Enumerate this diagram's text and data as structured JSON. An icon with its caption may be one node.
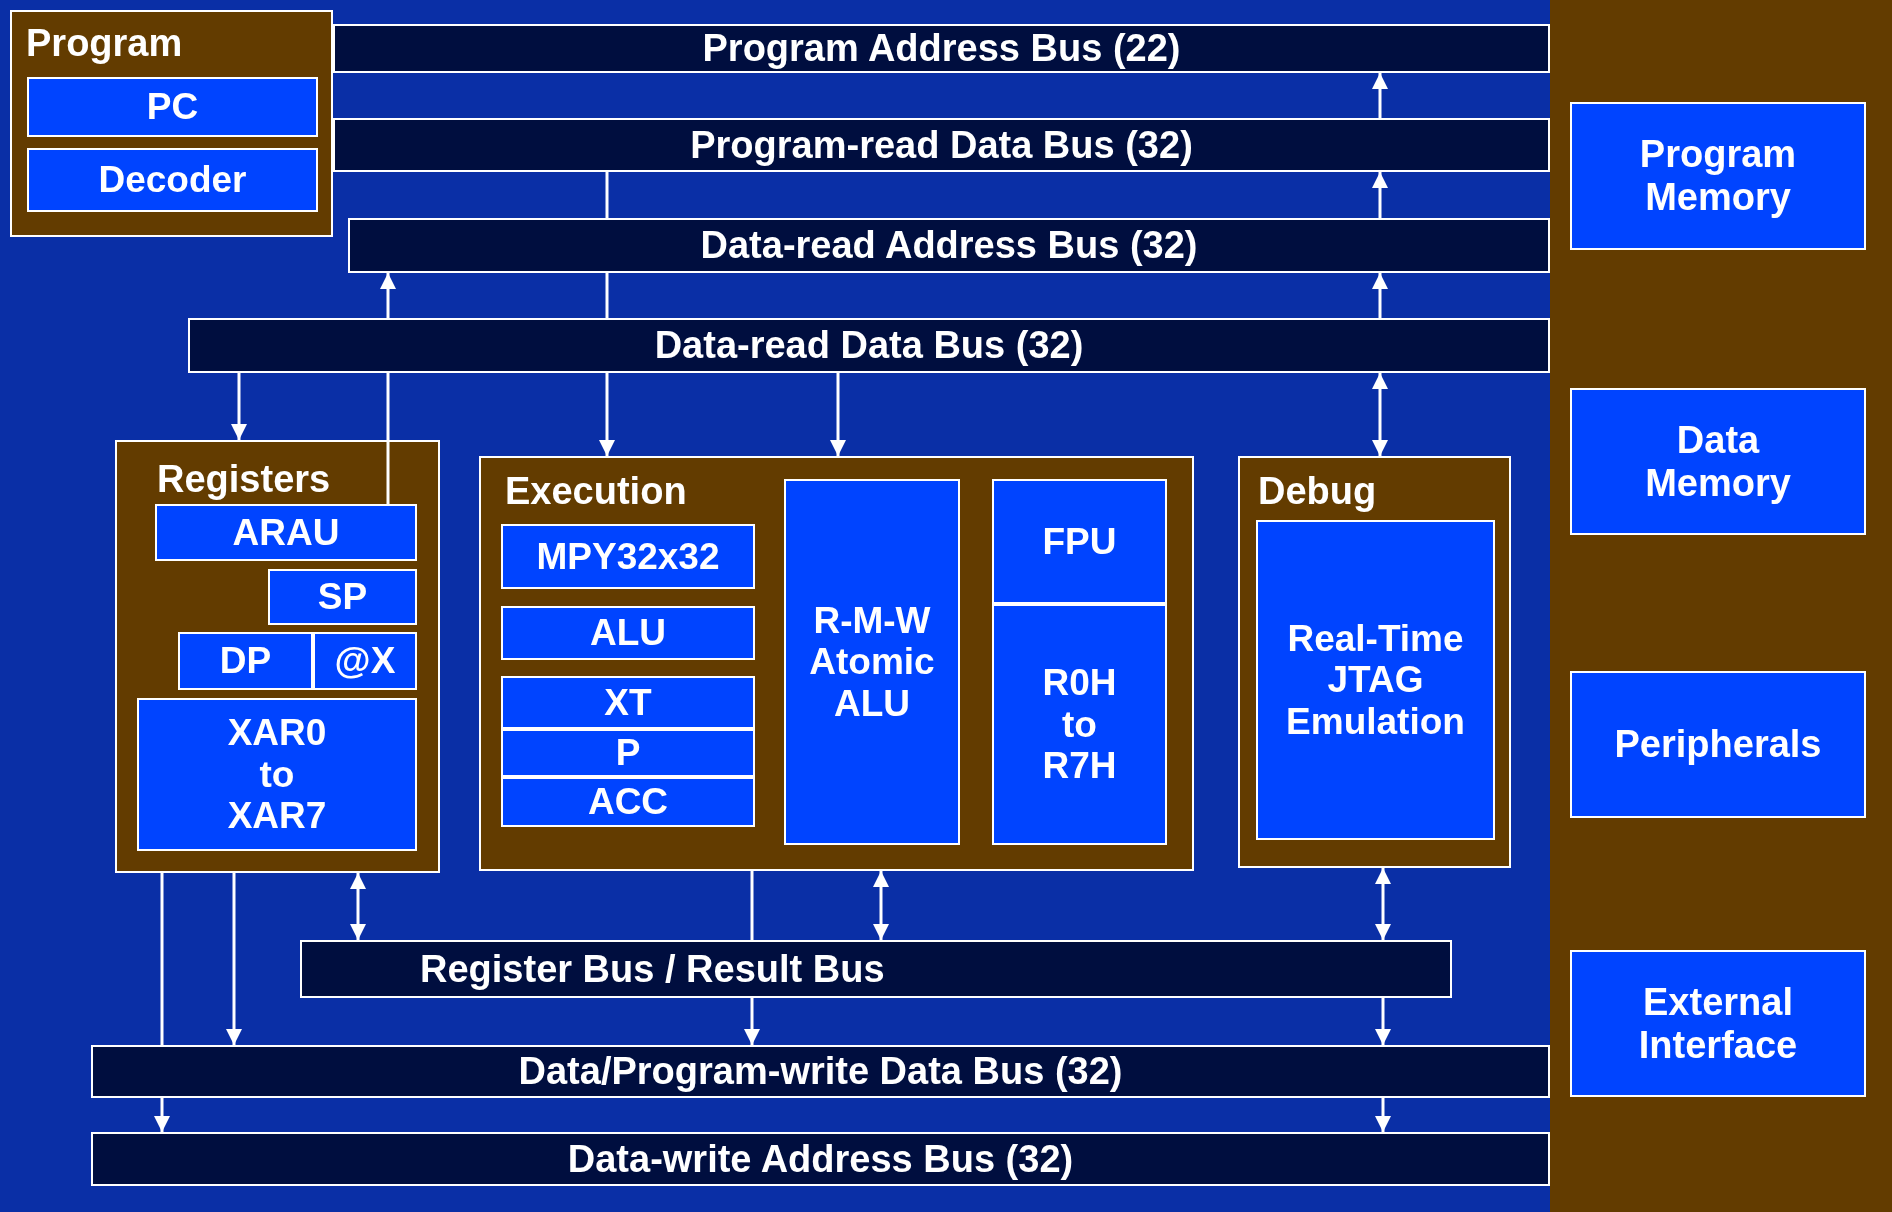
{
  "diagram": {
    "nodes": [
      {
        "text": [
          "Program"
        ]
      },
      {
        "text": [
          "PC"
        ],
        "in": 0
      },
      {
        "text": [
          "Decoder"
        ],
        "in": 0
      },
      {
        "text": [
          "Program Address Bus (22)"
        ]
      },
      {
        "text": [
          "Program-read Data Bus (32)"
        ]
      },
      {
        "text": [
          "Data-read Address Bus (32)"
        ]
      },
      {
        "text": [
          "Data-read Data Bus (32)"
        ]
      },
      {
        "text": [
          "Registers"
        ]
      },
      {
        "text": [
          "ARAU"
        ],
        "in": 7
      },
      {
        "text": [
          "SP"
        ],
        "in": 7
      },
      {
        "text": [
          "DP"
        ],
        "in": 7
      },
      {
        "text": [
          "@X"
        ],
        "in": 7
      },
      {
        "text": [
          "XAR0 to XAR7"
        ],
        "in": 7
      },
      {
        "text": [
          "Execution"
        ]
      },
      {
        "text": [
          "MPY32x32"
        ],
        "in": 13
      },
      {
        "text": [
          "ALU"
        ],
        "in": 13
      },
      {
        "text": [
          "XT"
        ],
        "in": 13
      },
      {
        "text": [
          "P"
        ],
        "in": 13
      },
      {
        "text": [
          "ACC"
        ],
        "in": 13
      },
      {
        "text": [
          "R-M-W Atomic ALU"
        ],
        "in": 13
      },
      {
        "text": [
          "FPU"
        ],
        "in": 13
      },
      {
        "text": [
          "R0H to R7H"
        ],
        "in": 13
      },
      {
        "text": [
          "Debug"
        ]
      },
      {
        "text": [
          "Real-Time JTAG Emulation"
        ],
        "in": 22
      },
      {
        "text": [
          "Register Bus / Result Bus"
        ]
      },
      {
        "text": [
          "Data/Program-write Data Bus (32)"
        ]
      },
      {
        "text": [
          "Data-write Address Bus (32)"
        ]
      },
      {
        "text": [],
        "shape": "box"
      },
      {
        "text": [
          "Program Memory"
        ],
        "in": 27
      },
      {
        "text": [
          "Data Memory"
        ],
        "in": 27
      },
      {
        "text": [
          "Peripherals"
        ],
        "in": 27
      },
      {
        "text": [
          "External Interface"
        ],
        "in": 27
      }
    ],
    "edges": [
      {
        "from": 4,
        "to": 3,
        "arrow": "to"
      },
      {
        "from": 5,
        "to": 4,
        "arrow": "to"
      },
      {
        "from": 6,
        "to": 5,
        "arrow": "to"
      },
      {
        "from": 4,
        "to": 5,
        "arrow": "none"
      },
      {
        "from": 5,
        "to": 6,
        "arrow": "none"
      },
      {
        "from": 6,
        "to": 13,
        "arrow": "to"
      },
      {
        "from": 8,
        "to": 6,
        "arrow": "none"
      },
      {
        "from": 6,
        "to": 5,
        "arrow": "to"
      },
      {
        "from": 6,
        "to": 7,
        "arrow": "to"
      },
      {
        "from": 6,
        "to": 13,
        "arrow": "to"
      },
      {
        "from": 6,
        "to": 22,
        "arrow": "both"
      },
      {
        "from": 7,
        "to": 25,
        "arrow": "none"
      },
      {
        "from": 25,
        "to": 26,
        "arrow": "to"
      },
      {
        "from": 7,
        "to": 25,
        "arrow": "to"
      },
      {
        "from": 7,
        "to": 24,
        "arrow": "both"
      },
      {
        "from": 13,
        "to": 24,
        "arrow": "none"
      },
      {
        "from": 24,
        "to": 25,
        "arrow": "to"
      },
      {
        "from": 13,
        "to": 24,
        "arrow": "both"
      },
      {
        "from": 22,
        "to": 24,
        "arrow": "both"
      },
      {
        "from": 24,
        "to": 25,
        "arrow": "to"
      },
      {
        "from": 25,
        "to": 26,
        "arrow": "to"
      }
    ]
  }
}
